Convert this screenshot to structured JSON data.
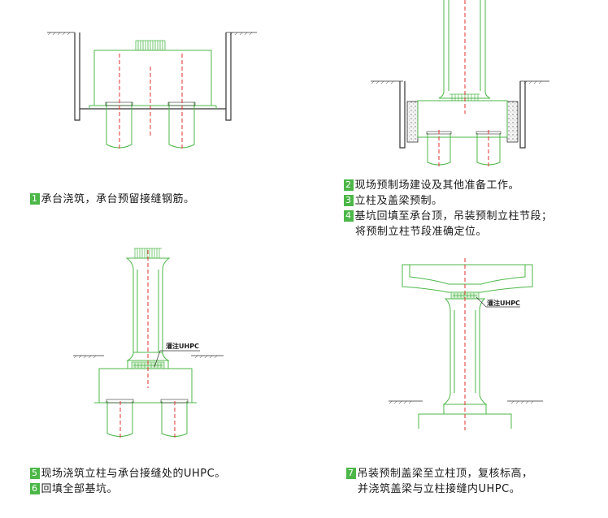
{
  "colors": {
    "outline": "#4cb748",
    "center_line": "#e2322f",
    "ground": "#333333",
    "badge": "#4cb748",
    "label": "#1a1a1a"
  },
  "steps": [
    {
      "num": "1",
      "text": "承台浇筑，承台预留接缝钢筋。"
    },
    {
      "num": "2",
      "text": "现场预制场建设及其他准备工作。"
    },
    {
      "num": "3",
      "text": "立柱及盖梁预制。"
    },
    {
      "num": "4",
      "text": "基坑回填至承台顶，吊装预制立柱节段；",
      "continuation": "将预制立柱节段准确定位。"
    },
    {
      "num": "5",
      "text": "现场浇筑立柱与承台接缝处的UHPC。"
    },
    {
      "num": "6",
      "text": "回填全部基坑。"
    },
    {
      "num": "7",
      "text": "吊装预制盖梁至立柱顶，复核标高，",
      "continuation": "并浇筑盖梁与立柱接缝内UHPC。"
    }
  ],
  "annotations": {
    "uhpc_label": "灌注UHPC"
  }
}
